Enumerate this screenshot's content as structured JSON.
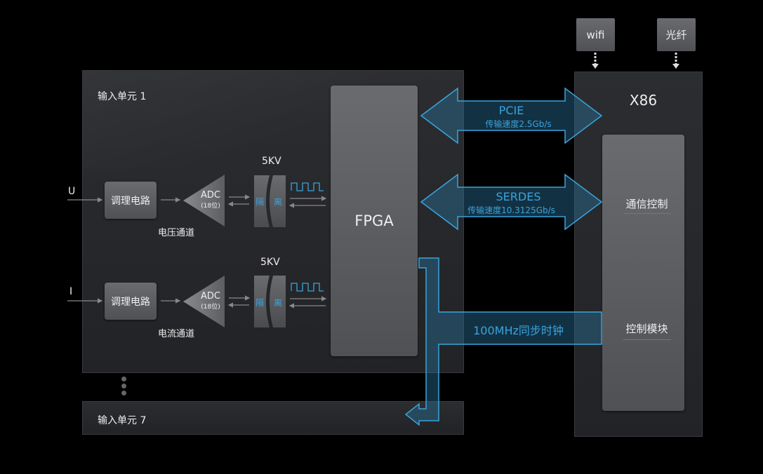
{
  "input_unit_1": {
    "title": "输入单元 1"
  },
  "input_unit_7": {
    "title": "输入单元 7"
  },
  "voltage_channel": {
    "input_label": "U",
    "conditioning": "调理电路",
    "adc_label": "ADC",
    "adc_bits": "(18位)",
    "isolation_voltage": "5KV",
    "isolation_left": "隔",
    "isolation_right": "离",
    "caption": "电压通道"
  },
  "current_channel": {
    "input_label": "I",
    "conditioning": "调理电路",
    "adc_label": "ADC",
    "adc_bits": "(18位)",
    "isolation_voltage": "5KV",
    "isolation_left": "隔",
    "isolation_right": "离",
    "caption": "电流通道"
  },
  "fpga": {
    "label": "FPGA"
  },
  "links": {
    "pcie": {
      "name": "PCIE",
      "speed": "传输速度2.5Gb/s"
    },
    "serdes": {
      "name": "SERDES",
      "speed": "传输速度10.3125Gb/s"
    },
    "clock": {
      "name": "100MHz同步时钟"
    }
  },
  "x86": {
    "title": "X86",
    "comm_control": "通信控制",
    "control_module": "控制模块"
  },
  "external": {
    "wifi": "wifi",
    "fiber": "光纤"
  },
  "colors": {
    "accent_blue": "#3aa3dc",
    "background": "#000000"
  }
}
